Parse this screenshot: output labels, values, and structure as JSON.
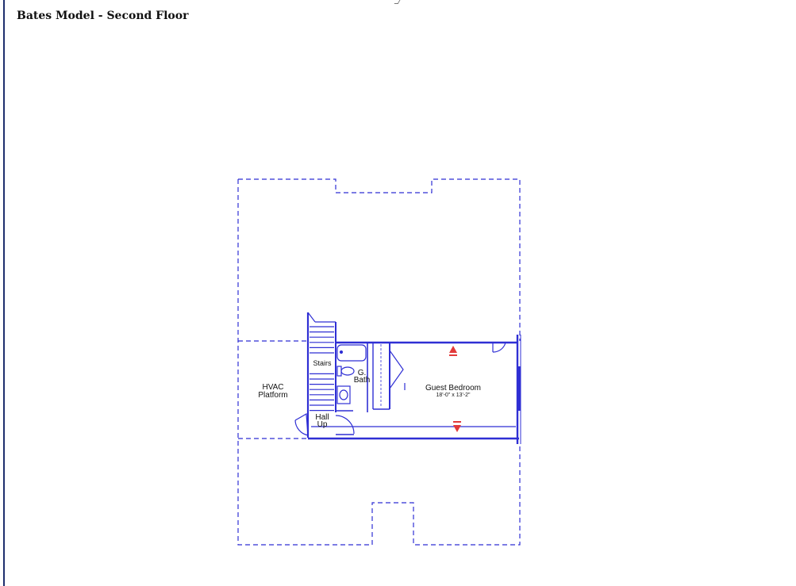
{
  "page": {
    "title": "Bates Model - Second Floor"
  },
  "plan": {
    "line_color": "#2f2fd4",
    "marker_color": "#e23a3a",
    "rooms": {
      "hvac": [
        "HVAC",
        "Platform"
      ],
      "stairs": "Stairs",
      "bath": [
        "G.",
        "Bath"
      ],
      "hall": [
        "Hall",
        "Up"
      ],
      "guest_name": "Guest Bedroom",
      "guest_dims": "18'-0\" x 13'-2\""
    }
  }
}
